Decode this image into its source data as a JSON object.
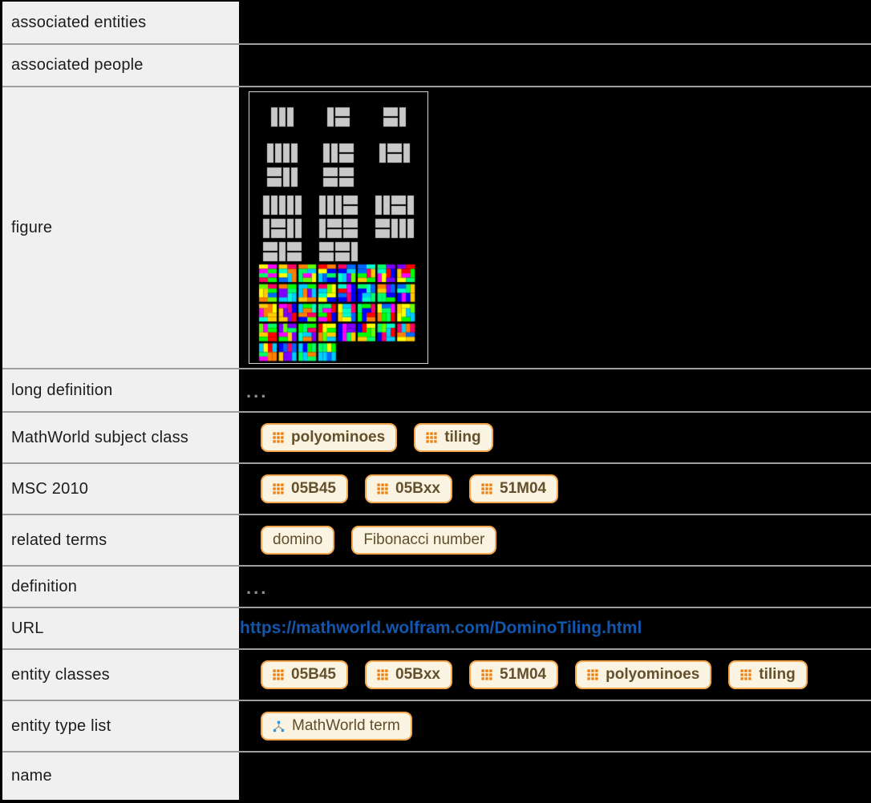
{
  "table": {
    "rows": [
      {
        "label": "associated entities",
        "type": "empty"
      },
      {
        "label": "associated people",
        "type": "empty"
      },
      {
        "label": "figure",
        "type": "figure"
      },
      {
        "label": "long definition",
        "type": "ellipsis",
        "value": "..."
      },
      {
        "label": "MathWorld subject class",
        "type": "badges",
        "badges": [
          {
            "icon": "grid",
            "bold": true,
            "label": "polyominoes"
          },
          {
            "icon": "grid",
            "bold": true,
            "label": "tiling"
          }
        ]
      },
      {
        "label": "MSC 2010",
        "type": "badges",
        "badges": [
          {
            "icon": "grid",
            "bold": true,
            "label": "05B45"
          },
          {
            "icon": "grid",
            "bold": true,
            "label": "05Bxx"
          },
          {
            "icon": "grid",
            "bold": true,
            "label": "51M04"
          }
        ]
      },
      {
        "label": "related terms",
        "type": "badges",
        "badges": [
          {
            "icon": "none",
            "bold": false,
            "label": "domino"
          },
          {
            "icon": "none",
            "bold": false,
            "label": "Fibonacci number"
          }
        ]
      },
      {
        "label": "definition",
        "type": "ellipsis",
        "value": "..."
      },
      {
        "label": "URL",
        "type": "link",
        "value": "https://mathworld.wolfram.com/DominoTiling.html"
      },
      {
        "label": "entity classes",
        "type": "badges",
        "badges": [
          {
            "icon": "grid",
            "bold": true,
            "label": "05B45"
          },
          {
            "icon": "grid",
            "bold": true,
            "label": "05Bxx"
          },
          {
            "icon": "grid",
            "bold": true,
            "label": "51M04"
          },
          {
            "icon": "grid",
            "bold": true,
            "label": "polyominoes"
          },
          {
            "icon": "grid",
            "bold": true,
            "label": "tiling"
          }
        ]
      },
      {
        "label": "entity type list",
        "type": "badges",
        "badges": [
          {
            "icon": "entity",
            "bold": false,
            "label": "MathWorld term"
          }
        ]
      },
      {
        "label": "name",
        "type": "empty"
      }
    ]
  },
  "figure": {
    "description": "Domino tilings: gray diagrams of the tilings of 2x3, 2x4 and 2x5 rectangles, and the 36 colored tilings of the 4x4 square",
    "background": "#000000",
    "gray_domino_color": "#c9c9c9",
    "palette": [
      "#ff0000",
      "#ff0066",
      "#ff00ff",
      "#8000ff",
      "#0000ff",
      "#0066ff",
      "#00ccff",
      "#00ffcc",
      "#00ff66",
      "#00ff00",
      "#66ff00",
      "#ffff00",
      "#ffcc00",
      "#ff8000"
    ]
  },
  "colors": {
    "link_blue": "#1356aa",
    "badge_border_orange": "#f4a74e",
    "badge_background": "#fcf4e2",
    "badge_text_brown": "#5f4d2b",
    "grid_icon_orange": "#ed800f",
    "entity_icon_blue": "#2b98ec",
    "label_cell_gray": "#f0f0f0",
    "divider_gray": "#9f9f9f"
  }
}
